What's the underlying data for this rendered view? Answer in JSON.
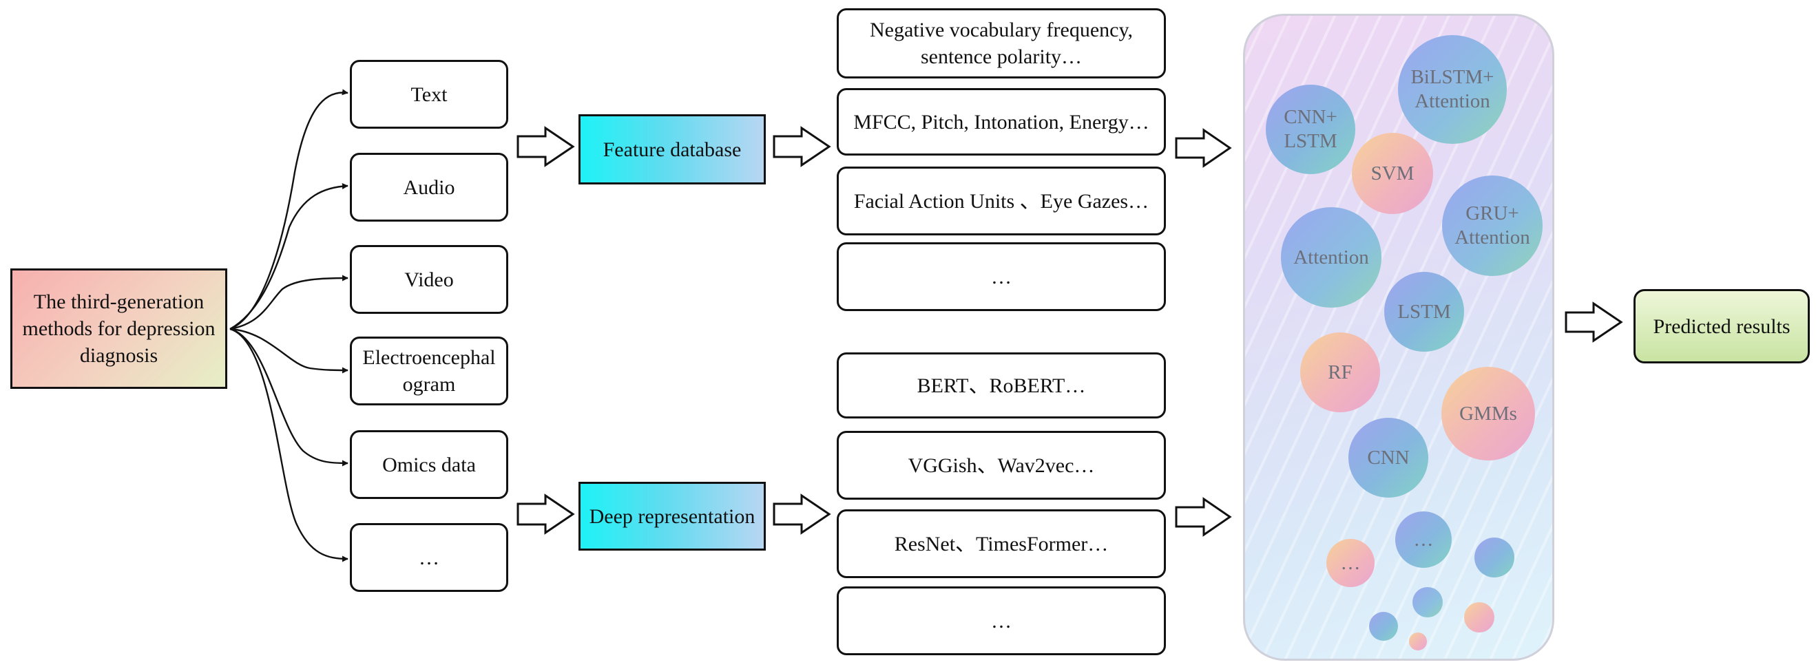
{
  "origin": {
    "label": "The third-generation methods for depression diagnosis"
  },
  "modalities": [
    {
      "label": "Text"
    },
    {
      "label": "Audio"
    },
    {
      "label": "Video"
    },
    {
      "label": "Electroencephalogram"
    },
    {
      "label": "Omics data"
    },
    {
      "label": "…"
    }
  ],
  "stages": {
    "feature_database": "Feature database",
    "deep_representation": "Deep representation"
  },
  "handcrafted_features": [
    {
      "label": "Negative vocabulary frequency, sentence polarity…"
    },
    {
      "label": "MFCC, Pitch, Intonation, Energy…"
    },
    {
      "label": "Facial Action Units 、Eye Gazes…"
    },
    {
      "label": "…"
    }
  ],
  "deep_features": [
    {
      "label": "BERT、RoBERT…"
    },
    {
      "label": "VGGish、Wav2vec…"
    },
    {
      "label": "ResNet、TimesFormer…"
    },
    {
      "label": "…"
    }
  ],
  "models": [
    {
      "label": "CNN+ LSTM"
    },
    {
      "label": "BiLSTM+ Attention"
    },
    {
      "label": "SVM"
    },
    {
      "label": "Attention"
    },
    {
      "label": "GRU+ Attention"
    },
    {
      "label": "LSTM"
    },
    {
      "label": "RF"
    },
    {
      "label": "GMMs"
    },
    {
      "label": "CNN"
    },
    {
      "label": "…"
    },
    {
      "label": "…"
    }
  ],
  "output": {
    "label": "Predicted results"
  }
}
